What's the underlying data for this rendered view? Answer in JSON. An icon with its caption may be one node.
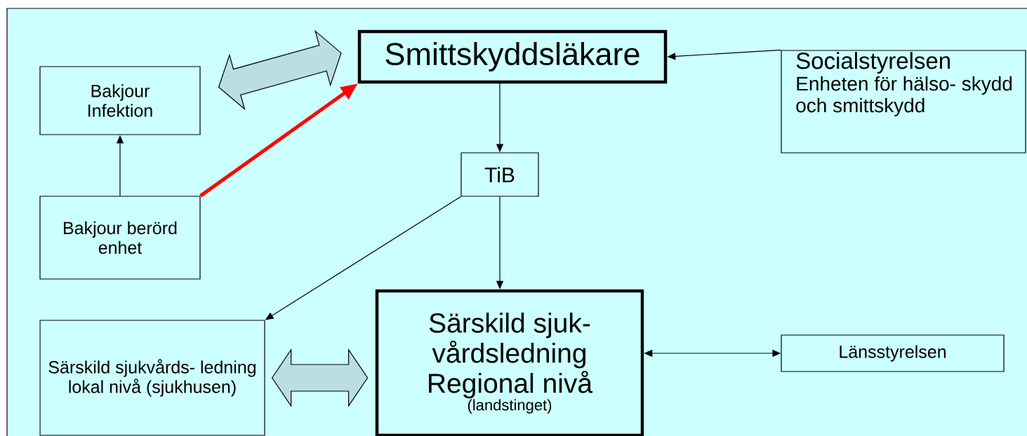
{
  "diagram": {
    "nodes": [
      {
        "text": [
          "Bakjour Infektion"
        ]
      },
      {
        "text": [
          "Smittskyddsläkare"
        ]
      },
      {
        "text": [
          "Socialstyrelsen",
          "Enheten för hälso- skydd och smittskydd"
        ]
      },
      {
        "text": [
          "TiB"
        ]
      },
      {
        "text": [
          "Bakjour berörd enhet"
        ]
      },
      {
        "text": [
          "Särskild sjukvårds- ledning lokal nivå (sjukhusen)"
        ]
      },
      {
        "text": [
          "Särskild sjuk- vårdsledning Regional nivå",
          "(landstinget)"
        ]
      },
      {
        "text": [
          "Länsstyrelsen"
        ]
      }
    ],
    "edges": [
      {
        "from": 0,
        "to": 1,
        "arrow": "both",
        "style": "thick"
      },
      {
        "from": 4,
        "to": 1,
        "arrow": "to",
        "style": "thick",
        "color": "#ff0000"
      },
      {
        "from": 4,
        "to": 0,
        "arrow": "to"
      },
      {
        "from": 2,
        "to": 1,
        "arrow": "to"
      },
      {
        "from": 1,
        "to": 3,
        "arrow": "to"
      },
      {
        "from": 3,
        "to": 6,
        "arrow": "to"
      },
      {
        "from": 3,
        "to": 5,
        "arrow": "to"
      },
      {
        "from": 5,
        "to": 6,
        "arrow": "both",
        "style": "thick"
      },
      {
        "from": 6,
        "to": 7,
        "arrow": "both"
      }
    ]
  }
}
